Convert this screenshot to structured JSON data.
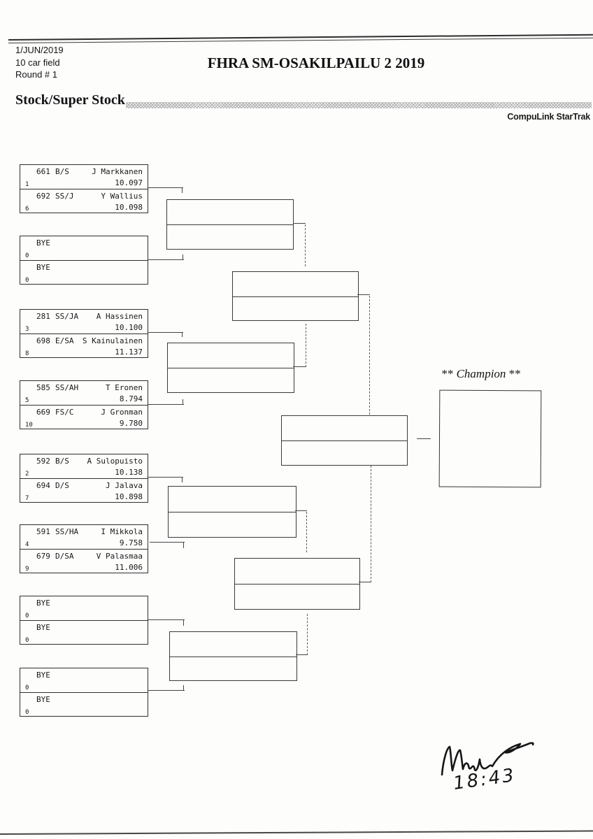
{
  "header": {
    "date": "1/JUN/2019",
    "field_size": "10 car field",
    "round": "Round # 1",
    "title": "FHRA SM-OSAKILPAILU 2 2019",
    "class_title": "Stock/Super Stock",
    "brand": "CompuLink StarTrak"
  },
  "champion": {
    "label_prefix": "** ",
    "label_word": "Champion",
    "label_suffix": " **"
  },
  "bracket": {
    "round1_pairs": [
      {
        "entries": [
          {
            "car": "661",
            "cls": "B/S",
            "name": "J Markkanen",
            "et": "10.097",
            "seed": "1"
          },
          {
            "car": "692",
            "cls": "SS/J",
            "name": "Y Wallius",
            "et": "10.098",
            "seed": "6"
          }
        ]
      },
      {
        "entries": [
          {
            "car": "BYE",
            "cls": "",
            "name": "",
            "et": "",
            "seed": "0"
          },
          {
            "car": "BYE",
            "cls": "",
            "name": "",
            "et": "",
            "seed": "0"
          }
        ]
      },
      {
        "entries": [
          {
            "car": "281",
            "cls": "SS/JA",
            "name": "A Hassinen",
            "et": "10.100",
            "seed": "3"
          },
          {
            "car": "698",
            "cls": "E/SA",
            "name": "S Kainulainen",
            "et": "11.137",
            "seed": "8"
          }
        ]
      },
      {
        "entries": [
          {
            "car": "585",
            "cls": "SS/AH",
            "name": "T Eronen",
            "et": "8.794",
            "seed": "5"
          },
          {
            "car": "669",
            "cls": "FS/C",
            "name": "J Gronman",
            "et": "9.780",
            "seed": "10"
          }
        ]
      },
      {
        "entries": [
          {
            "car": "592",
            "cls": "B/S",
            "name": "A Sulopuisto",
            "et": "10.138",
            "seed": "2"
          },
          {
            "car": "694",
            "cls": "D/S",
            "name": "J Jalava",
            "et": "10.898",
            "seed": "7"
          }
        ]
      },
      {
        "entries": [
          {
            "car": "591",
            "cls": "SS/HA",
            "name": "I Mikkola",
            "et": "9.758",
            "seed": "4"
          },
          {
            "car": "679",
            "cls": "D/SA",
            "name": "V Palasmaa",
            "et": "11.006",
            "seed": "9"
          }
        ]
      },
      {
        "entries": [
          {
            "car": "BYE",
            "cls": "",
            "name": "",
            "et": "",
            "seed": "0"
          },
          {
            "car": "BYE",
            "cls": "",
            "name": "",
            "et": "",
            "seed": "0"
          }
        ]
      },
      {
        "entries": [
          {
            "car": "BYE",
            "cls": "",
            "name": "",
            "et": "",
            "seed": "0"
          },
          {
            "car": "BYE",
            "cls": "",
            "name": "",
            "et": "",
            "seed": "0"
          }
        ]
      }
    ]
  },
  "handwriting": {
    "time": "18:43"
  }
}
